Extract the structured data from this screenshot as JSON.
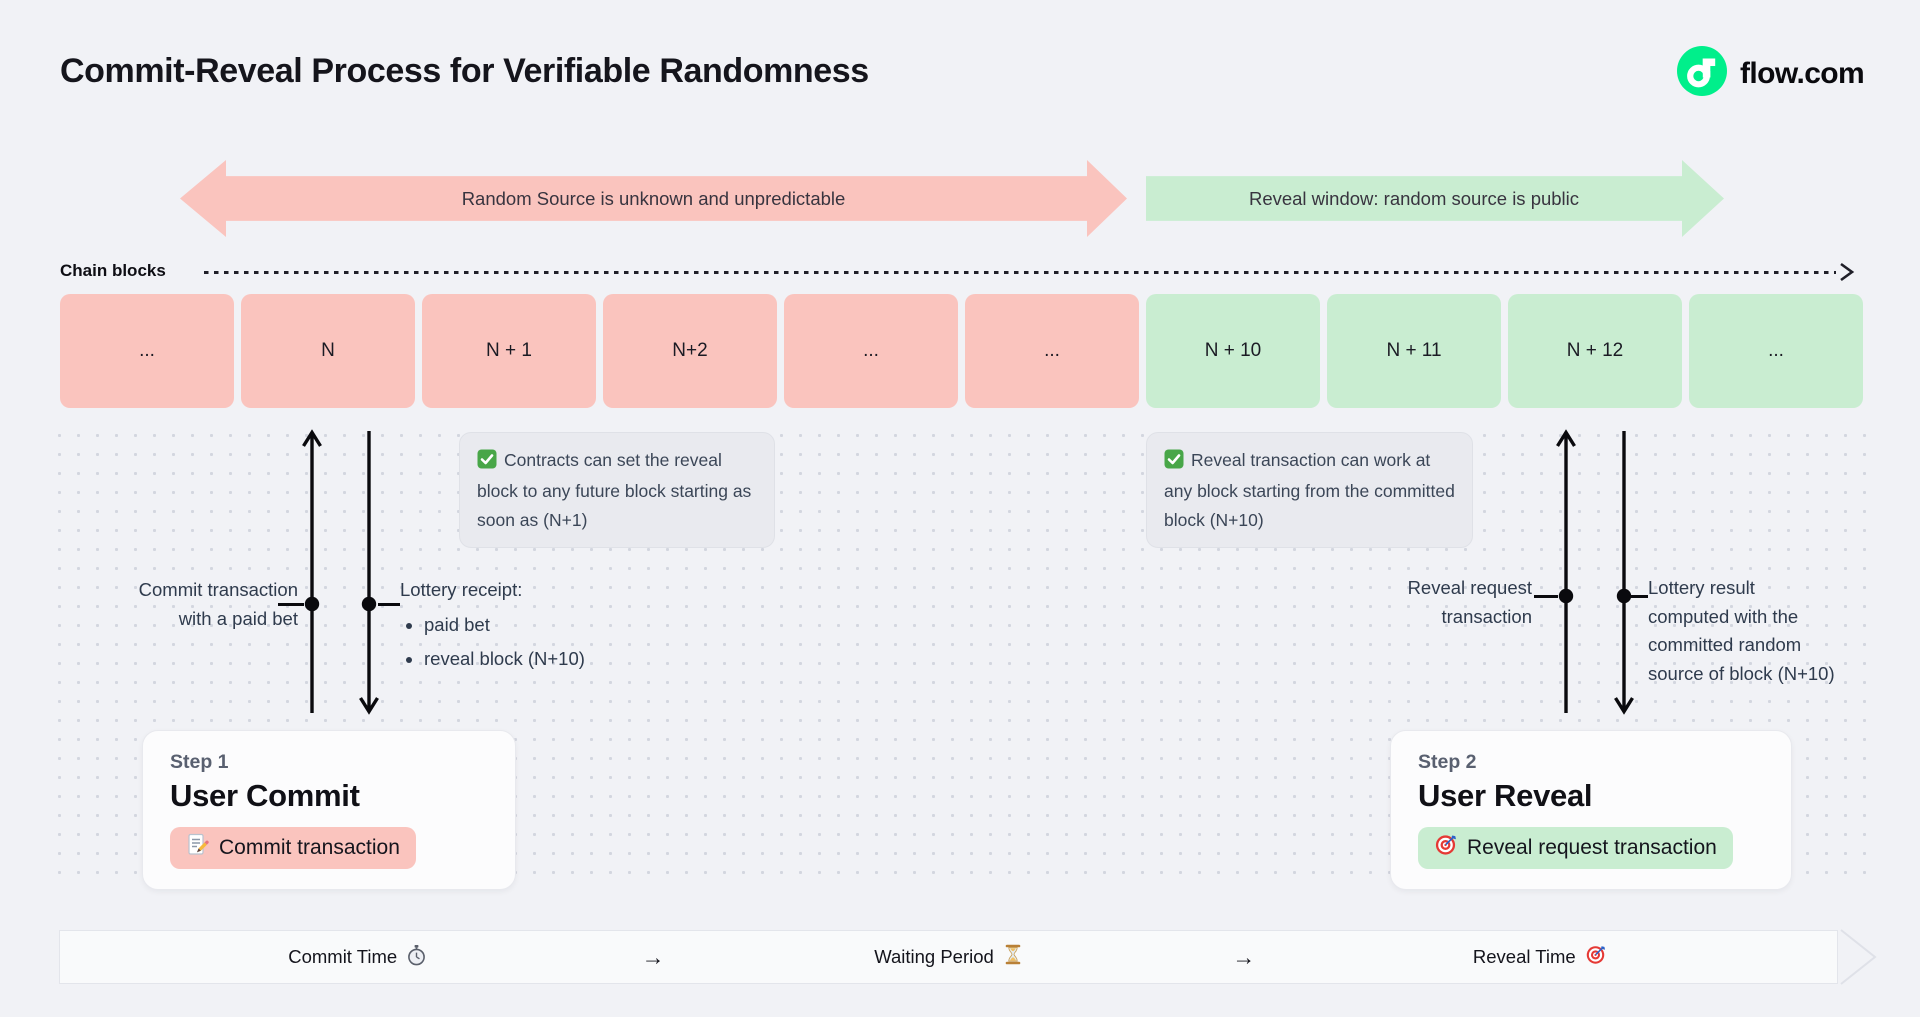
{
  "page": {
    "title": "Commit-Reveal Process for Verifiable Randomness",
    "brand": "flow.com"
  },
  "colors": {
    "background": "#F1F2F6",
    "pink_phase": "#FAC4BE",
    "green_phase": "#C9EDD1",
    "flow_green": "#00EF8B",
    "note_bg": "#E9EAEF",
    "text_dark": "#15151C",
    "text_slate": "#3B4657"
  },
  "phases": {
    "unknown_label": "Random Source is unknown and unpredictable",
    "reveal_label": "Reveal window: random source is public"
  },
  "chain": {
    "label": "Chain blocks",
    "blocks": [
      {
        "label": "...",
        "phase": "unknown"
      },
      {
        "label": "N",
        "phase": "unknown"
      },
      {
        "label": "N + 1",
        "phase": "unknown"
      },
      {
        "label": "N+2",
        "phase": "unknown"
      },
      {
        "label": "...",
        "phase": "unknown"
      },
      {
        "label": "...",
        "phase": "unknown"
      },
      {
        "label": "N + 10",
        "phase": "reveal"
      },
      {
        "label": "N + 11",
        "phase": "reveal"
      },
      {
        "label": "N + 12",
        "phase": "reveal"
      },
      {
        "label": "...",
        "phase": "reveal"
      }
    ]
  },
  "notes": [
    {
      "icon": "check-icon",
      "text": "Contracts can set the reveal block to any future block starting as soon as (N+1)"
    },
    {
      "icon": "check-icon",
      "text": "Reveal transaction can work at any block starting from the committed block (N+10)"
    }
  ],
  "annotations": {
    "commit_tx": "Commit transaction\nwith a paid bet",
    "lottery_receipt_title": "Lottery receipt:",
    "lottery_receipt_items": [
      "paid bet",
      "reveal block (N+10)"
    ],
    "reveal_request": "Reveal request\ntransaction",
    "lottery_result": "Lottery result\ncomputed with the\ncommitted random\nsource of block (N+10)"
  },
  "steps": [
    {
      "kicker": "Step 1",
      "title": "User Commit",
      "badge": "Commit transaction",
      "badge_icon": "memo-icon"
    },
    {
      "kicker": "Step 2",
      "title": "User Reveal",
      "badge": "Reveal request transaction",
      "badge_icon": "target-icon"
    }
  ],
  "timeline": {
    "items": [
      {
        "label": "Commit Time",
        "icon": "stopwatch-icon"
      },
      {
        "label": "→"
      },
      {
        "label": "Waiting Period",
        "icon": "hourglass-icon"
      },
      {
        "label": "→"
      },
      {
        "label": "Reveal Time",
        "icon": "target-icon"
      }
    ]
  }
}
